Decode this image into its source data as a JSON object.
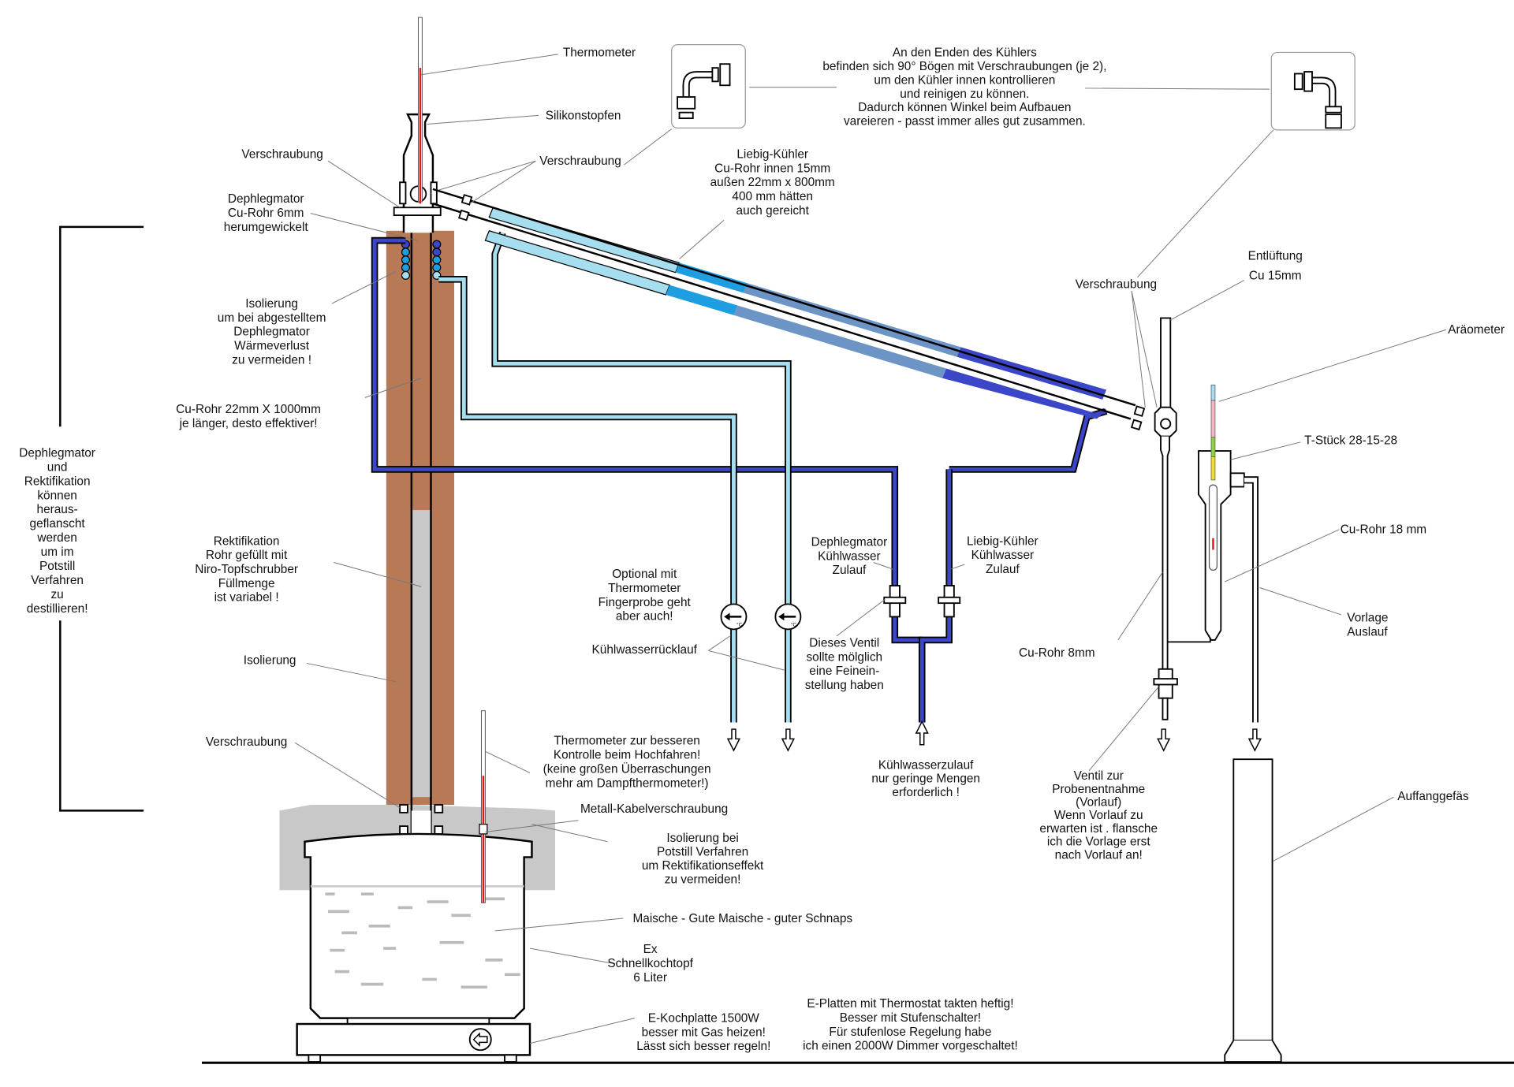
{
  "title": "Destillationsanlage mit Dephlegmator und Liebig-Kühler",
  "colors": {
    "insulation_brown": "#b87a56",
    "insulation_gray": "#c8c8c8",
    "coolant_dark_blue": "#3b46c8",
    "coolant_light_blue": "#a6ddef",
    "condenser_mid_blue": "#1e9de0",
    "condenser_slate": "#6c94c4",
    "thermometer_red": "#e01818"
  },
  "labels": {
    "thermometer_top": "Thermometer",
    "silikonstopfen": "Silikonstopfen",
    "verschraubung_top_left": "Verschraubung",
    "verschraubung_top_mid": "Verschraubung",
    "dephlegmator": [
      "Dephlegmator",
      "Cu-Rohr 6mm",
      "herumgewickelt"
    ],
    "isolierung_dephleg": [
      "Isolierung",
      "um bei abgestelltem",
      "Dephlegmator",
      "Wärmeverlust",
      "zu vermeiden !"
    ],
    "cu_rohr_22": [
      "Cu-Rohr 22mm X 1000mm",
      "je länger, desto effektiver!"
    ],
    "side_note": [
      "Dephlegmator",
      "und",
      "Rektifikation",
      "können",
      "heraus-",
      "geflanscht",
      "werden",
      "um im",
      "Potstill",
      "Verfahren",
      "zu",
      "destillieren!"
    ],
    "rektifikation": [
      "Rektifikation",
      "Rohr gefüllt mit",
      "Niro-Topfschrubber",
      "Füllmenge",
      "ist variabel !"
    ],
    "isolierung": "Isolierung",
    "verschraubung_bottom": "Verschraubung",
    "liebig": [
      "Liebig-Kühler",
      "Cu-Rohr innen 15mm",
      "außen 22mm x 800mm",
      "400 mm hätten",
      "auch gereicht"
    ],
    "bogen_note": [
      "An den Enden des Kühlers",
      "befinden sich 90° Bögen mit Verschraubungen (je 2),",
      "um den Kühler innen  kontrollieren",
      "und  reinigen  zu  können.",
      "Dadurch können Winkel beim Aufbauen",
      "vareieren - passt immer alles gut zusammen."
    ],
    "verschraubung_right": "Verschraubung",
    "entlueftung": [
      "Entlüftung",
      "Cu 15mm"
    ],
    "araeometer": "Aräometer",
    "t_stueck": "T-Stück 28-15-28",
    "cu_rohr_18": "Cu-Rohr 18 mm",
    "vorlage_auslauf": [
      "Vorlage",
      "Auslauf"
    ],
    "cu_rohr_8": "Cu-Rohr 8mm",
    "optional_thermo": [
      "Optional mit",
      "Thermometer",
      "Fingerprobe geht",
      "aber auch!"
    ],
    "kuehlwasserruecklauf": "Kühlwasserrücklauf",
    "dephleg_zulauf": [
      "Dephlegmator",
      "Kühlwasser",
      "Zulauf"
    ],
    "liebig_zulauf": [
      "Liebig-Kühler",
      "Kühlwasser",
      "Zulauf"
    ],
    "ventil_fein": [
      "Dieses Ventil",
      "sollte mölglich",
      "eine Feinein-",
      "stellung haben"
    ],
    "kuehlwasserzulauf": [
      "Kühlwasserzulauf",
      "nur geringe Mengen",
      "erforderlich !"
    ],
    "ventil_probe": [
      "Ventil zur",
      "Probenentnahme",
      "(Vorlauf)",
      "",
      "Wenn Vorlauf zu",
      "erwarten ist . flansche",
      "ich die Vorlage erst",
      "nach Vorlauf an!"
    ],
    "auffanggefaes": "Auffanggefäs",
    "thermometer_pot": [
      "Thermometer zur besseren",
      "Kontrolle beim Hochfahren!",
      "(keine großen Überraschungen",
      "mehr am Dampfthermometer!)"
    ],
    "kabelverschraubung": "Metall-Kabelverschraubung",
    "isolierung_potstill": [
      "Isolierung bei",
      "Potstill    Verfahren",
      "um Rektifikationseffekt",
      "zu vermeiden!"
    ],
    "maische": "Maische  - Gute Maische - guter Schnaps",
    "schnellkochtopf": [
      "Ex",
      "Schnellkochtopf",
      "6 Liter"
    ],
    "kochplatte": [
      "E-Kochplatte 1500W",
      "besser mit Gas heizen!",
      "Lässt sich besser regeln!"
    ],
    "e_platten": [
      "E-Platten mit Thermostat takten heftig!",
      "Besser mit Stufenschalter!",
      "Für stufenlose Regelung habe",
      "ich einen 2000W Dimmer vorgeschaltet!"
    ]
  },
  "gauges": {
    "unit": "°C"
  }
}
